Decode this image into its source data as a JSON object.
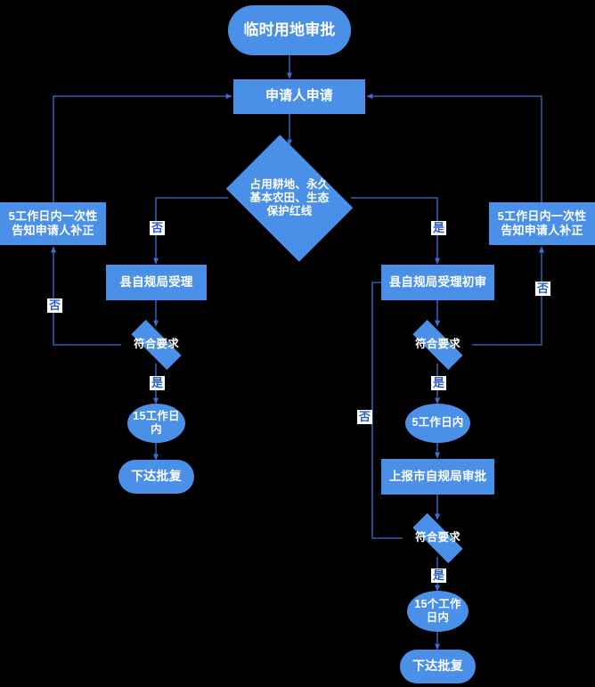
{
  "diagram": {
    "title": "临时用地审批",
    "theme": {
      "background": "#000000",
      "node_fill": "#4a90e8",
      "node_text": "#ffffff",
      "edge_stroke": "#3b6fd4",
      "edge_label_bg": "#ffffff",
      "edge_label_text": "#2a5cc8"
    },
    "nodes": {
      "start": {
        "label": "临时用地审批",
        "shape": "stadium"
      },
      "apply": {
        "label": "申请人申请",
        "shape": "rect"
      },
      "decision_land": {
        "label": "占用耕地、永久基本农田、生态保护红线",
        "shape": "diamond",
        "line1": "占用耕地、永久",
        "line2": "基本农田、生态",
        "line3": "保护红线"
      },
      "notify_left": {
        "label": "5工作日内一次性告知申请人补正",
        "shape": "rect",
        "line1": "5工作日内一次性",
        "line2": "告知申请人补正"
      },
      "notify_right": {
        "label": "5工作日内一次性告知申请人补正",
        "shape": "rect",
        "line1": "5工作日内一次性",
        "line2": "告知申请人补正"
      },
      "accept_left": {
        "label": "县自规局受理",
        "shape": "rect"
      },
      "check_left": {
        "label": "符合要求",
        "shape": "diamond"
      },
      "days15_left": {
        "label": "15工作日内",
        "shape": "ellipse",
        "line1": "15工作日",
        "line2": "内"
      },
      "reply_left": {
        "label": "下达批复",
        "shape": "stadium"
      },
      "accept_right": {
        "label": "县自规局受理初审",
        "shape": "rect"
      },
      "check_right_1": {
        "label": "符合要求",
        "shape": "diamond"
      },
      "days5_right": {
        "label": "5工作日内",
        "shape": "ellipse"
      },
      "report_city": {
        "label": "上报市自规局审批",
        "shape": "rect"
      },
      "check_right_2": {
        "label": "符合要求",
        "shape": "diamond"
      },
      "days15_right": {
        "label": "15个工作日内",
        "shape": "ellipse",
        "line1": "15个工作",
        "line2": "日内"
      },
      "reply_right": {
        "label": "下达批复",
        "shape": "stadium"
      }
    },
    "edge_labels": {
      "land_no": "否",
      "land_yes": "是",
      "left_check_no": "否",
      "left_check_yes": "是",
      "right_check1_no": "否",
      "right_check1_yes": "是",
      "right_check2_no": "否",
      "right_check2_yes": "是"
    }
  }
}
